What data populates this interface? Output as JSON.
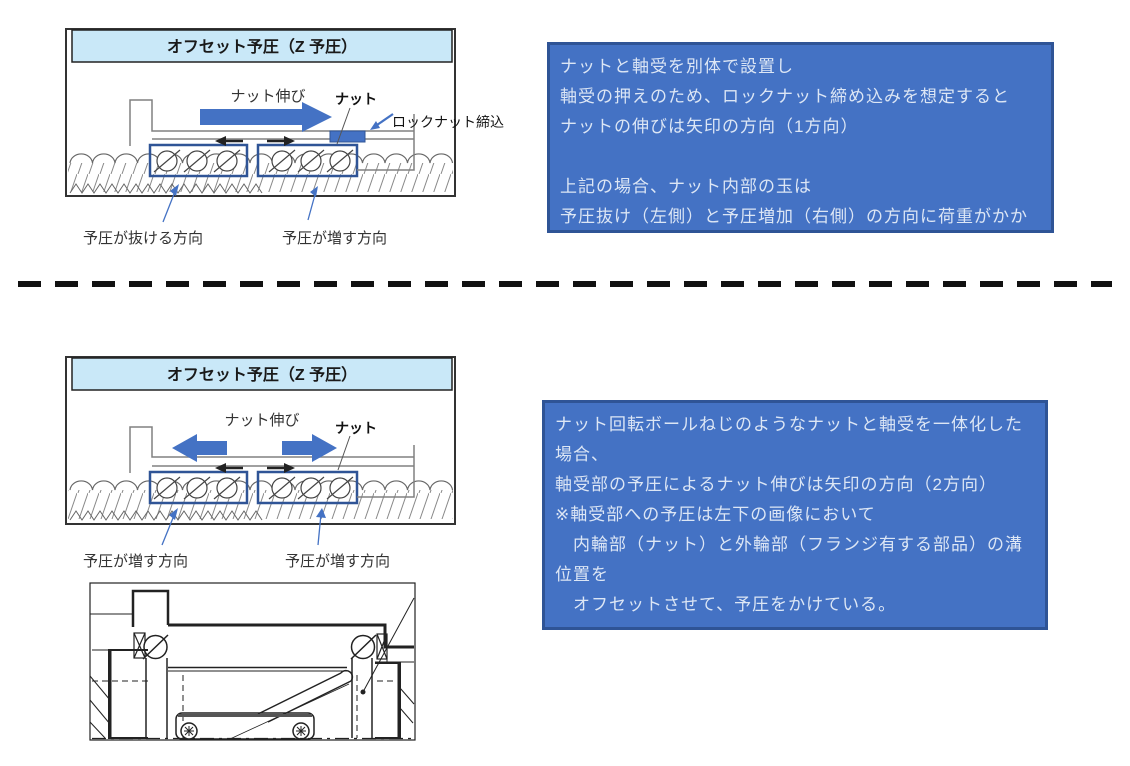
{
  "diagram_top": {
    "title": "オフセット予圧（Z 予圧）",
    "labels": {
      "nut_stretch": "ナット伸び",
      "nut": "ナット",
      "locknut": "ロックナット締込",
      "left_direction": "予圧が抜ける方向",
      "right_direction": "予圧が増す方向"
    }
  },
  "info_top": {
    "lines": [
      "ナットと軸受を別体で設置し",
      "軸受の押えのため、ロックナット締め込みを想定すると",
      "ナットの伸びは矢印の方向（1方向）",
      "",
      "上記の場合、ナット内部の玉は",
      "予圧抜け（左側）と予圧増加（右側）の方向に荷重がかか"
    ]
  },
  "diagram_bottom": {
    "title": "オフセット予圧（Z 予圧）",
    "labels": {
      "nut_stretch": "ナット伸び",
      "nut": "ナット",
      "left_direction": "予圧が増す方向",
      "right_direction": "予圧が増す方向"
    }
  },
  "info_bottom": {
    "lines": [
      "ナット回転ボールねじのようなナットと軸受を一体化した",
      "場合、",
      "軸受部の予圧によるナット伸びは矢印の方向（2方向）",
      "※軸受部への予圧は左下の画像において",
      "　内輪部（ナット）と外輪部（フランジ有する部品）の溝",
      "位置を",
      "　オフセットさせて、予圧をかけている。"
    ]
  },
  "colors": {
    "accent_blue": "#4472C4",
    "dark_blue": "#2F5496",
    "header_fill": "#C9E8F8",
    "info_text": "#DCE6F5",
    "line_dark": "#1a1a1a",
    "nut_outline_gray": "#808080"
  }
}
